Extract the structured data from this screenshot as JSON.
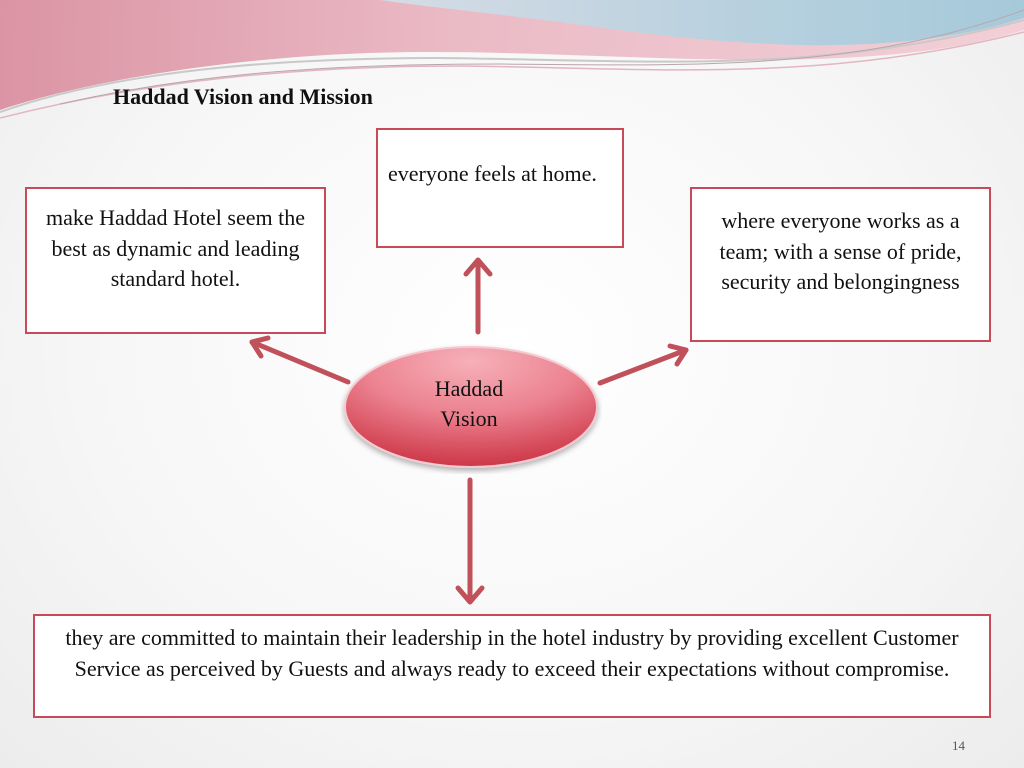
{
  "slide": {
    "title": "Haddad Vision and Mission",
    "page_number": "14"
  },
  "diagram": {
    "center": "Haddad\nVision",
    "boxes": {
      "top": "everyone feels at home.",
      "left": "make Haddad Hotel seem the best as dynamic and leading standard hotel.",
      "right": "where everyone works as a team; with a sense of pride, security and belongingness",
      "bottom": "they are committed to maintain their leadership in the hotel industry by providing excellent Customer Service as perceived by Guests and always ready to exceed their expectations without compromise."
    }
  },
  "colors": {
    "box_border": "#c84a59",
    "arrow": "#c0505a",
    "ellipse_light": "#f5a3ad",
    "ellipse_dark": "#c8303f",
    "deco_pink": "#e7a7b4",
    "deco_blue": "#a9d7e6"
  }
}
